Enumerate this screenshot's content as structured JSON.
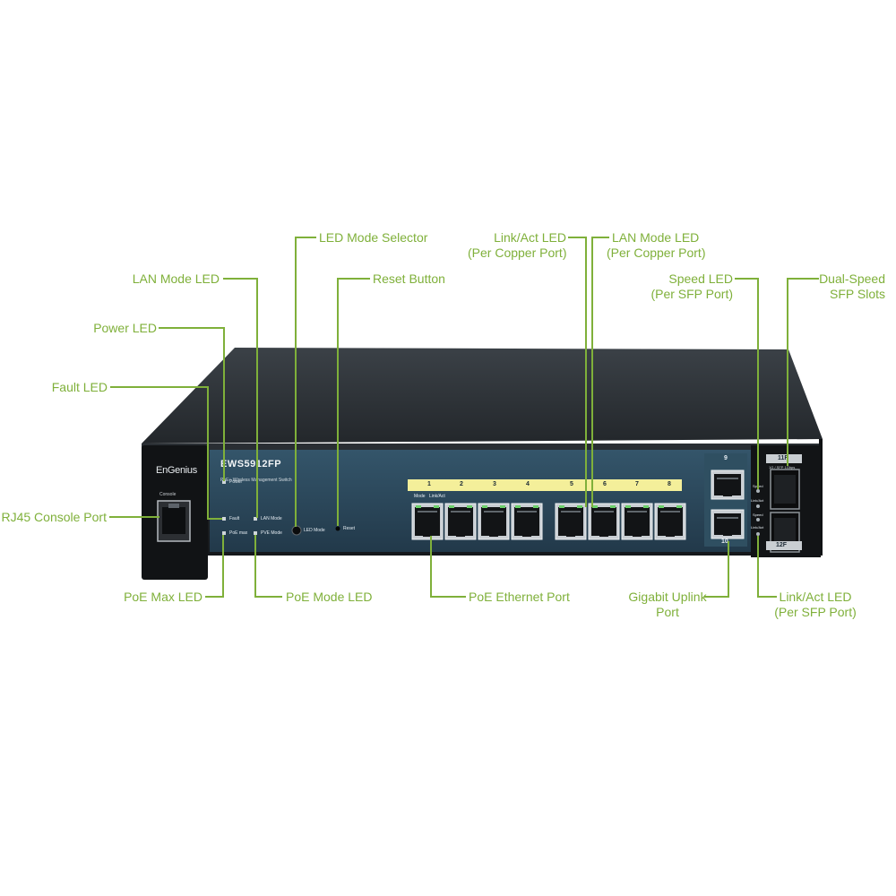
{
  "callouts": {
    "led_mode_selector": "LED Mode Selector",
    "link_act_led_copper": [
      "Link/Act LED",
      "(Per Copper Port)"
    ],
    "lan_mode_led_copper": [
      "LAN Mode LED",
      "(Per Copper Port)"
    ],
    "lan_mode_led": "LAN Mode LED",
    "reset_button": "Reset Button",
    "speed_led_sfp": [
      "Speed LED",
      "(Per SFP Port)"
    ],
    "dual_speed_sfp": [
      "Dual-Speed",
      "SFP Slots"
    ],
    "power_led": "Power LED",
    "fault_led": "Fault LED",
    "rj45_console": "RJ45 Console Port",
    "poe_max_led": "PoE Max LED",
    "poe_mode_led": "PoE Mode LED",
    "poe_ethernet_port": "PoE Ethernet Port",
    "gigabit_uplink": [
      "Gigabit Uplink",
      "Port"
    ],
    "link_act_led_sfp": [
      "Link/Act LED",
      "(Per SFP Port)"
    ]
  },
  "device": {
    "brand": "EnGenius",
    "model": "EWS5912FP",
    "subtitle": "PoE+ Wireless Management Switch",
    "console_label": "Console",
    "led_labels": {
      "power": "Power",
      "fault": "Fault",
      "poe_max": "PoE max",
      "lan_mode": "LAN Mode",
      "pve_mode": "PVE Mode",
      "led_mode": "LED Mode",
      "reset": "Reset"
    },
    "port_header": {
      "mode": "Mode",
      "link_act": "Link/Act"
    },
    "port_numbers": [
      "1",
      "2",
      "3",
      "4",
      "5",
      "6",
      "7",
      "8"
    ],
    "uplink_numbers": {
      "top": "9",
      "bottom": "10"
    },
    "sfp_numbers": {
      "top": "11F",
      "bottom": "12F"
    },
    "sfp_header": "1G / SFP 1Gbps",
    "sfp_led_labels": {
      "speed1": "Speed",
      "link1": "Link/Act",
      "speed2": "Speed",
      "link2": "Link/Act"
    }
  },
  "colors": {
    "accent": "#7fb03a",
    "chassis": "#1e2226",
    "panel": "#2b4a5c",
    "label_strip": "#f4ef9a"
  }
}
